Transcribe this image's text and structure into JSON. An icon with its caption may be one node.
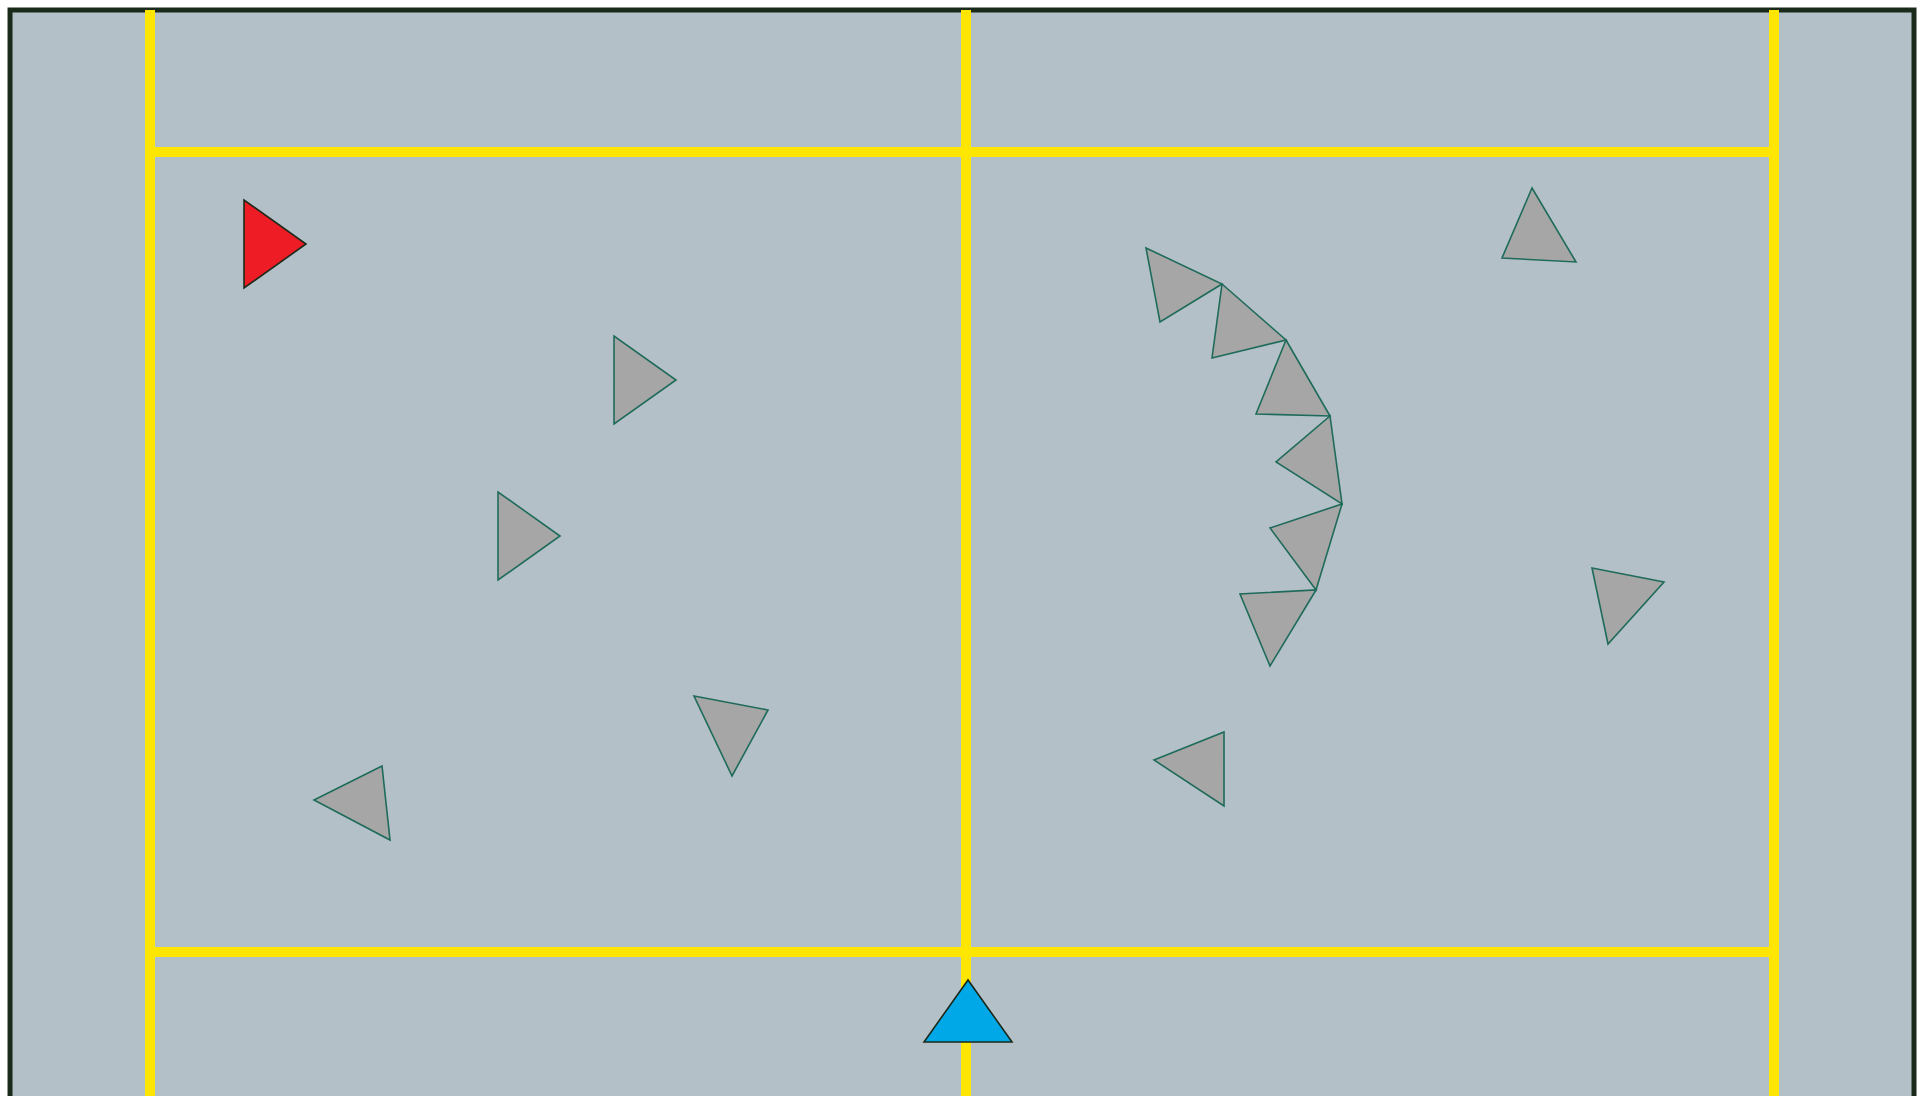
{
  "diagram": {
    "nodes": [
      {
        "text": [],
        "shape": "triangle"
      },
      {
        "text": [],
        "shape": "triangle"
      },
      {
        "text": [],
        "shape": "triangle"
      },
      {
        "text": [],
        "shape": "triangle"
      },
      {
        "text": [],
        "shape": "triangle"
      },
      {
        "text": [],
        "shape": "triangle"
      },
      {
        "text": [],
        "shape": "triangle"
      },
      {
        "text": [],
        "shape": "triangle"
      },
      {
        "text": [],
        "shape": "triangle"
      },
      {
        "text": [],
        "shape": "triangle"
      },
      {
        "text": [],
        "shape": "triangle"
      },
      {
        "text": [],
        "shape": "triangle"
      },
      {
        "text": [],
        "shape": "triangle"
      },
      {
        "text": [],
        "shape": "triangle"
      },
      {
        "text": [],
        "shape": "triangle"
      }
    ]
  }
}
